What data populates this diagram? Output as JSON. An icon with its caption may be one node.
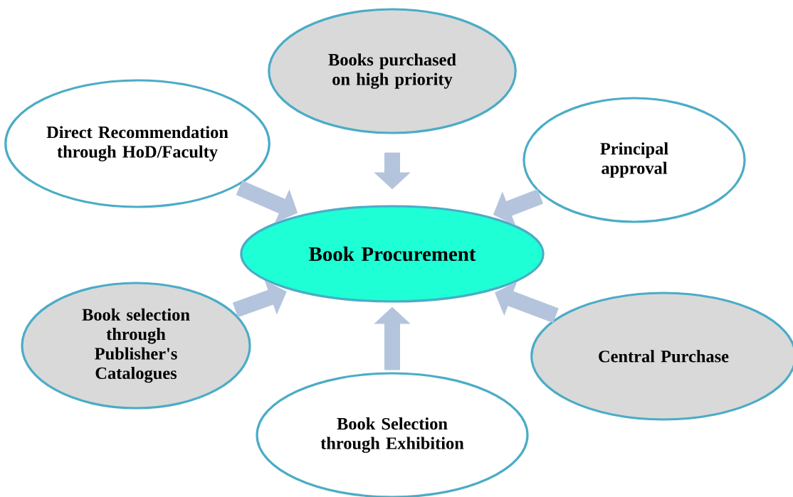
{
  "diagram": {
    "nodes": [
      {
        "text": [
          "Books purchased on high priority"
        ]
      },
      {
        "text": [
          "Direct Recommendation through HoD/Faculty"
        ]
      },
      {
        "text": [
          "Principal approval"
        ]
      },
      {
        "text": [
          "Book Procurement"
        ]
      },
      {
        "text": [
          "Book selection through Publisher's Catalogues"
        ]
      },
      {
        "text": [
          "Central Purchase"
        ]
      },
      {
        "text": [
          "Book Selection through Exhibition"
        ]
      }
    ],
    "edges": [
      {
        "from": 0,
        "to": 3,
        "arrow": "to"
      },
      {
        "from": 1,
        "to": 3,
        "arrow": "to"
      },
      {
        "from": 2,
        "to": 3,
        "arrow": "to"
      },
      {
        "from": 4,
        "to": 3,
        "arrow": "to"
      },
      {
        "from": 5,
        "to": 3,
        "arrow": "to"
      },
      {
        "from": 6,
        "to": 3,
        "arrow": "to"
      }
    ]
  }
}
